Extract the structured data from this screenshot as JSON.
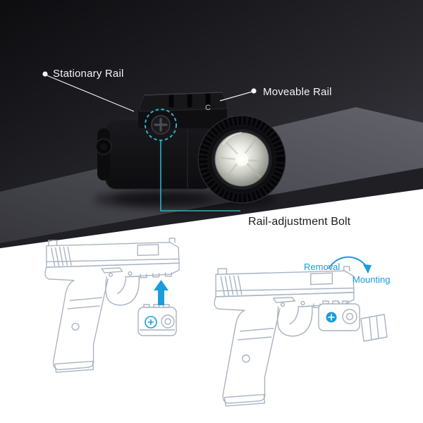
{
  "scene": {
    "callouts": {
      "stationary_rail": "Stationary Rail",
      "moveable_rail": "Moveable Rail",
      "rail_adjustment_bolt": "Rail-adjustment Bolt"
    },
    "product_marking": "C"
  },
  "instructions": {
    "removal_label": "Removal",
    "mounting_label": "Mounting"
  },
  "icons": {
    "mount_arrow": "up-arrow",
    "direction_arrow": "curved-arrow",
    "callout_dot": "white-dot",
    "bolt_highlight": "blue-dot"
  },
  "colors": {
    "accent_blue": "#1a9dda",
    "teal_accent": "#2ab3c6",
    "line_art": "#a9b3bf",
    "callout_white": "#f5f5f5",
    "label_dark": "#1d1d20",
    "page_white": "#ffffff"
  }
}
